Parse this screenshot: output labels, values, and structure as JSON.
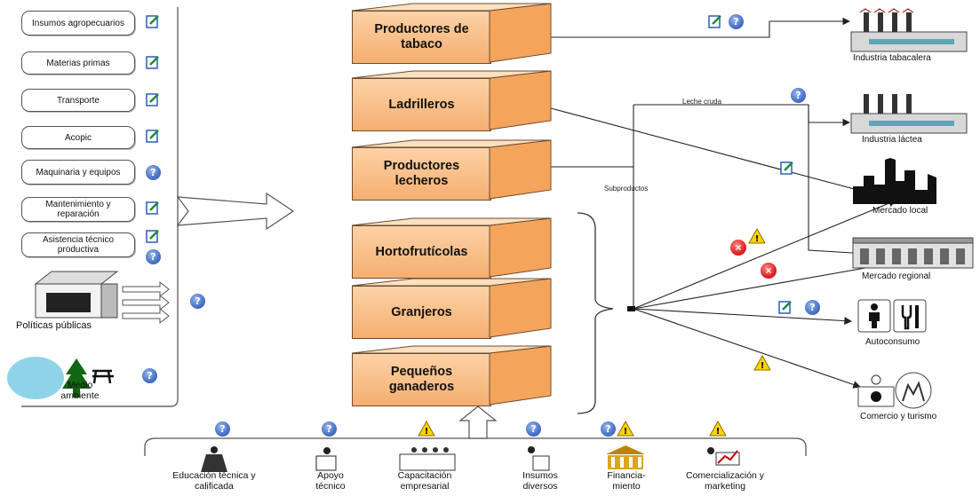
{
  "inputs": [
    {
      "label": "Insumos agropecuarios",
      "icon": "edit-icon"
    },
    {
      "label": "Materias primas",
      "icon": "edit-icon"
    },
    {
      "label": "Transporte",
      "icon": "edit-icon"
    },
    {
      "label": "Acopic",
      "icon": "edit-icon"
    },
    {
      "label": "Maquinaria y equipos",
      "icon": "help-icon"
    },
    {
      "label": "Mantenimiento y reparación",
      "icon": "edit-icon"
    },
    {
      "label": "Asistencia técnico productiva",
      "icon": "edit-icon"
    }
  ],
  "policy_label": "Políticas públicas",
  "environment_label": "Medio ambiente",
  "producers": [
    "Productores de tabaco",
    "Ladrilleros",
    "Productores lecheros",
    "Hortofrutícolas",
    "Granjeros",
    "Pequeños ganaderos"
  ],
  "flow_labels": {
    "raw_milk": "Leche cruda",
    "byproducts": "Subproductos"
  },
  "destinations": {
    "tobacco_industry": "Industria tabacalera",
    "dairy_industry": "Industria láctea",
    "local_market": "Mercado local",
    "regional_market": "Mercado regional",
    "self_consumption": "Autoconsumo",
    "commerce_tourism": "Comercio y turismo"
  },
  "services": [
    {
      "label": "Educación técnica y calificada",
      "status": "help"
    },
    {
      "label": "Apoyo técnico",
      "status": "help"
    },
    {
      "label": "Capacitación empresarial",
      "status": "warning"
    },
    {
      "label": "Insumos diversos",
      "status": "help"
    },
    {
      "label": "Financia- miento",
      "status": "help-warning"
    },
    {
      "label": "Comercialización y marketing",
      "status": "warning"
    }
  ],
  "colors": {
    "producer_box": "#f6ae70",
    "help": "#4d76c9",
    "warning": "#ffd400",
    "error": "#e02222"
  }
}
